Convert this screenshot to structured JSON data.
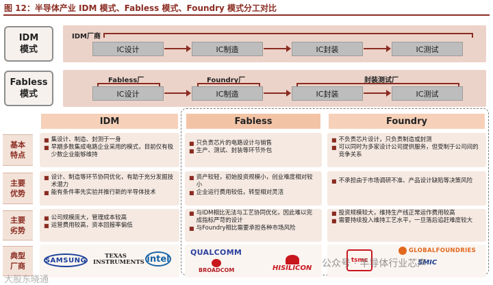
{
  "figure": {
    "title": "图 12：半导体产业 IDM 模式、Fabless 模式、Foundry 模式分工对比"
  },
  "idm_row": {
    "label": "IDM\n模式",
    "vendor": "IDM厂商",
    "steps": [
      "IC设计",
      "IC制造",
      "IC封装",
      "IC测试"
    ]
  },
  "fabless_row": {
    "label": "Fabless\n模式",
    "vendors": [
      "Fabless厂",
      "Foundry厂",
      "封装测试厂"
    ],
    "steps": [
      "IC设计",
      "IC制造",
      "IC封装",
      "IC测试"
    ]
  },
  "comparison": {
    "columns": [
      "IDM",
      "Fabless",
      "Foundry"
    ],
    "rows": [
      {
        "label": "基本\n特点",
        "idm": [
          "集设计、制造、封测于一身",
          "早期多数集成电路企业采用的模式，目前仅有极少数企业能够维持"
        ],
        "fabless": [
          "只负责芯片的电路设计与销售",
          "生产、测试、封装等环节外包"
        ],
        "foundry": [
          "不负责芯片设计，只负责制造或封测",
          "可以同时为多家设计公司提供服务，但受制于公司间的竞争关系"
        ]
      },
      {
        "label": "主要\n优势",
        "idm": [
          "设计、制造等环节协同优化，有助于充分发掘技术潜力",
          "能有条件率先实验并推行新的半导体技术"
        ],
        "fabless": [
          "资产较轻，初始投资规模小，创业难度相对较小",
          "企业运行费用较低，转型相对灵活"
        ],
        "foundry": [
          "不承担由于市场调研不准、产品设计缺陷等决策风险"
        ]
      },
      {
        "label": "主要\n劣势",
        "idm": [
          "公司规模庞大，管理成本较高",
          "运营费用较高，资本回报率偏低"
        ],
        "fabless": [
          "与IDM相比无法与工艺协同优化，因此难以完成指标严苛的设计",
          "与Foundry相比需要承担各种市场风险"
        ],
        "foundry": [
          "投资规模较大，维持生产线正常运作费用较高",
          "需要持续投入维持工艺水平，一旦落后追赶难度较大"
        ]
      },
      {
        "label": "典型\n厂商",
        "idm": [
          "SAMSUNG",
          "TEXAS INSTRUMENTS",
          "intel"
        ],
        "fabless": [
          "QUALCOMM",
          "BROADCOM",
          "HISILICON"
        ],
        "foundry": [
          "tsmc",
          "GLOBALFOUNDRIES",
          "SMIC"
        ]
      }
    ]
  },
  "watermarks": {
    "left": "大股东晓通",
    "right": "公众号 · 半导体行业芯声"
  },
  "colors": {
    "accent": "#8b2c22",
    "band": "#ecd3c9",
    "process_box": "#bdbdbd",
    "column_header": "#f6d0b8"
  }
}
